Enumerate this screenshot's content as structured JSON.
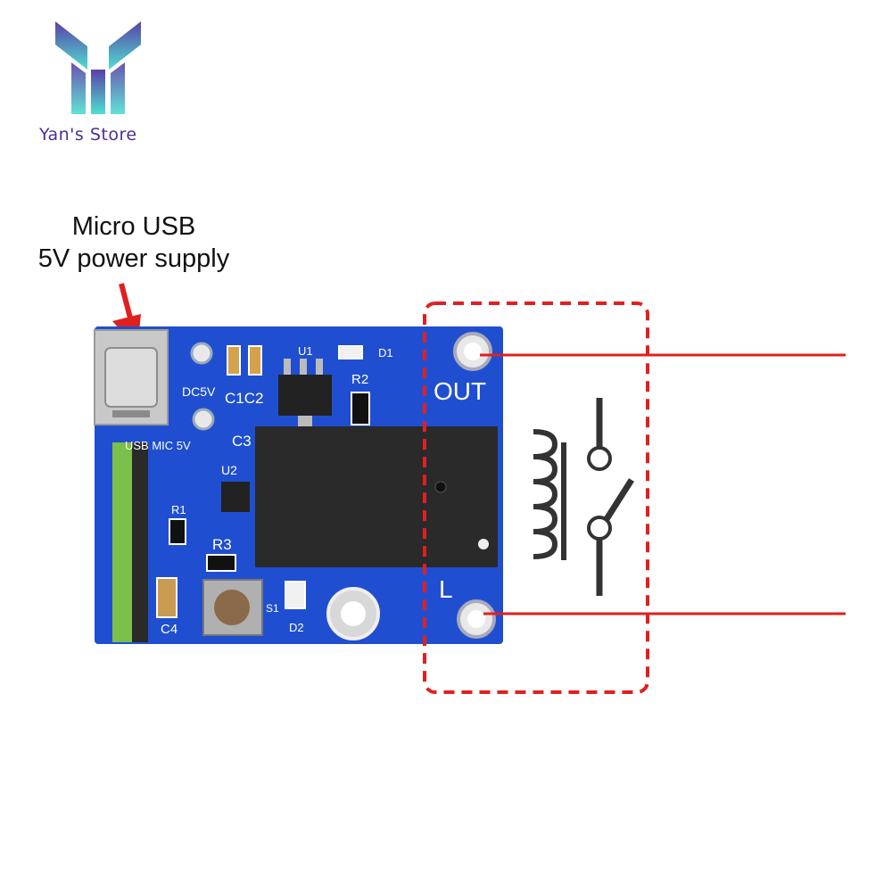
{
  "logo": {
    "brand_text": "Yan's Store",
    "icon": "y-logo-icon",
    "colors": {
      "top": "#5a3fa8",
      "bottom": "#4fe0d0"
    }
  },
  "caption": {
    "line1": "Micro USB",
    "line2": "5V power supply"
  },
  "board": {
    "labels": {
      "dc5v": "DC5V",
      "usb_mic": "USB  MIC  5V",
      "c1c2": "C1C2",
      "c3": "C3",
      "u1": "U1",
      "u2": "U2",
      "d1": "D1",
      "d2": "D2",
      "r1": "R1",
      "r2": "R2",
      "r3": "R3",
      "s1": "S1",
      "c4": "C4",
      "out": "OUT",
      "l": "L"
    },
    "colors": {
      "pcb": "#1f4fd0",
      "relay": "#2a2a2a",
      "arrow": "#e02020",
      "wire": "#e02020"
    }
  },
  "symbol": {
    "icon": "relay-switch-symbol-icon"
  }
}
